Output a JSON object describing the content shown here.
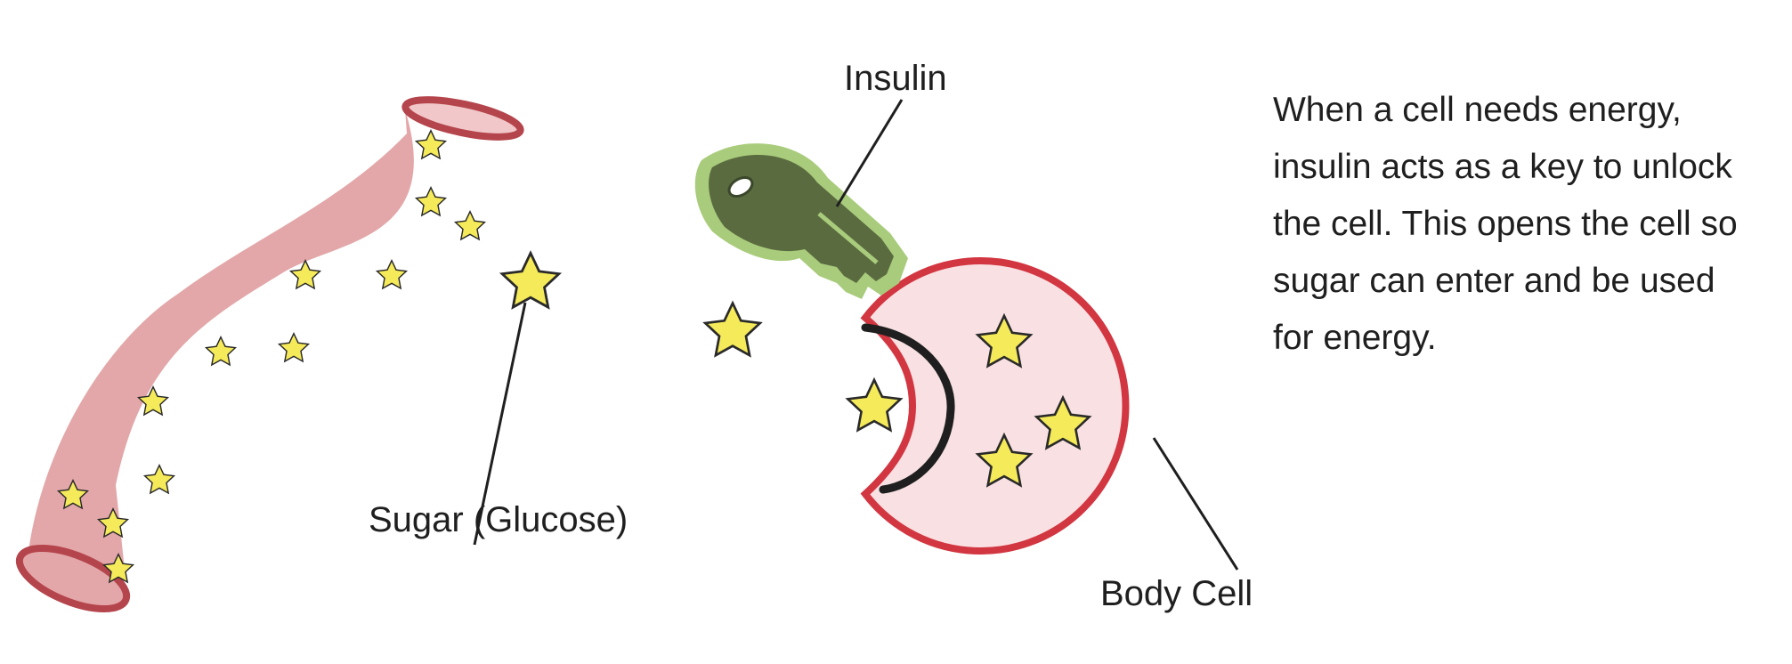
{
  "labels": {
    "insulin": "Insulin",
    "sugar": "Sugar (Glucose)",
    "cell": "Body Cell"
  },
  "description_lines": [
    "When a cell needs energy,",
    "insulin acts as a key to unlock",
    "the cell. This opens the cell so",
    "sugar can enter and be used",
    "for energy."
  ],
  "colors": {
    "vessel_fill": "#e3a7a9",
    "vessel_rim": "#b5454c",
    "cell_fill": "#f9e1e3",
    "cell_outline": "#d23641",
    "star_fill": "#f5ea5a",
    "key_outer": "#a9cc7c",
    "key_inner": "#5a6b40",
    "leader_line": "#1f1f1f"
  },
  "icons": [
    "blood-vessel",
    "glucose-star",
    "key-icon",
    "body-cell"
  ]
}
